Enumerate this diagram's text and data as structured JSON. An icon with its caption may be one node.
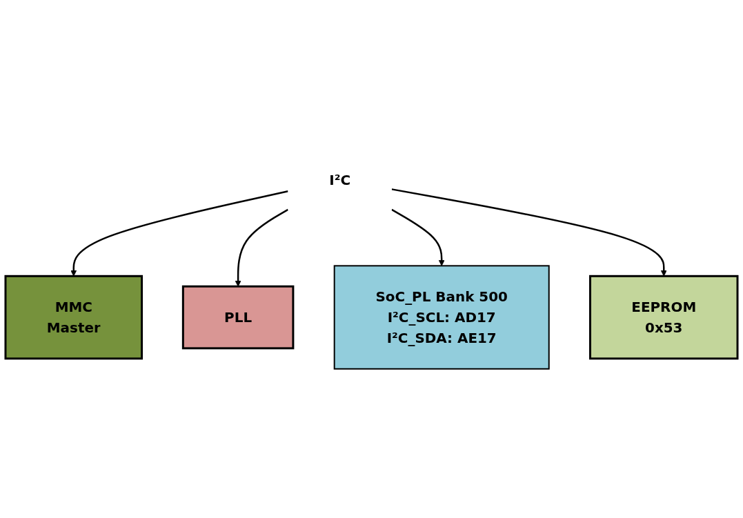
{
  "diagram": {
    "nodes": [
      {
        "text": [
          "MMC",
          "Master"
        ]
      },
      {
        "text": [
          "PLL"
        ]
      },
      {
        "text": [
          "I²C"
        ]
      },
      {
        "text": [
          "SoC_PL Bank 500",
          "I²C_SCL: AD17",
          "I²C_SDA: AE17"
        ]
      },
      {
        "text": [
          "EEPROM",
          "0x53"
        ]
      }
    ],
    "edges": [
      {
        "from": 2,
        "to": 0,
        "arrow": "to"
      },
      {
        "from": 2,
        "to": 1,
        "arrow": "to"
      },
      {
        "from": 2,
        "to": 3,
        "arrow": "to"
      },
      {
        "from": 2,
        "to": 4,
        "arrow": "to"
      }
    ]
  }
}
